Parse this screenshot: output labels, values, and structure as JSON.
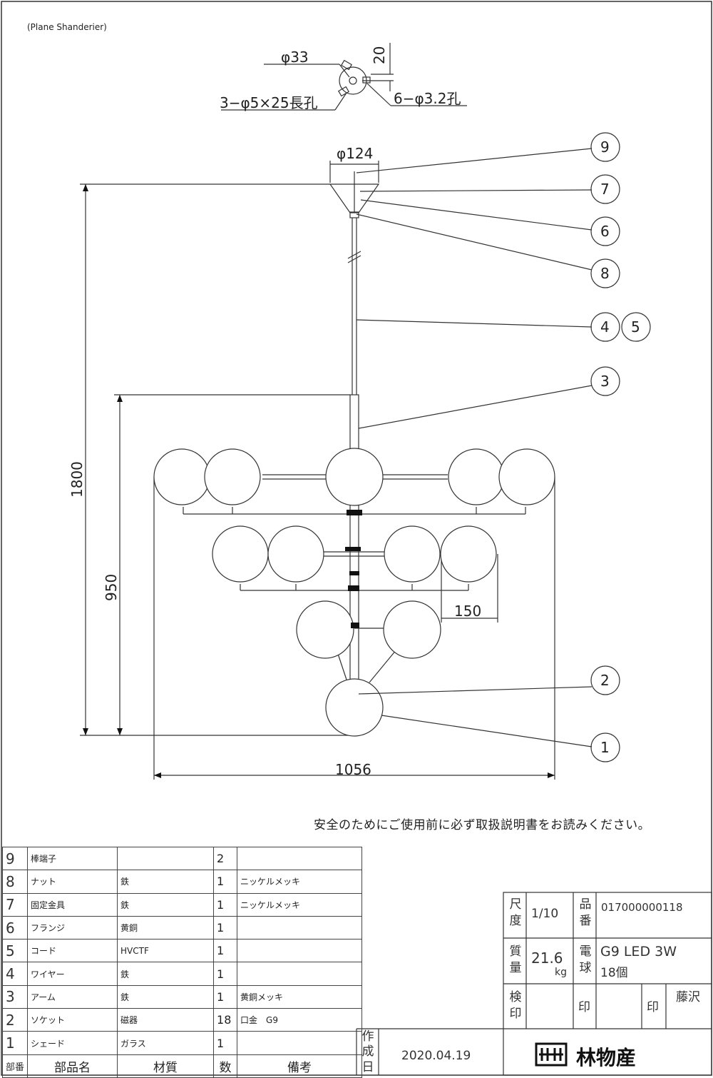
{
  "title": "(Plane Shanderier)",
  "dims": {
    "d33": "φ33",
    "h20": "20",
    "holes_slot": "3−φ5×25長孔",
    "holes_round": "6−φ3.2孔",
    "d124": "φ124",
    "total_height": "1800",
    "body_height": "950",
    "width": "1056",
    "pitch": "150"
  },
  "balloons": [
    "9",
    "7",
    "6",
    "8",
    "4",
    "5",
    "3",
    "2",
    "1"
  ],
  "safety_note": "安全のためにご使用前に必ず取扱説明書をお読みください。",
  "parts": [
    {
      "no": "9",
      "name": "棒端子",
      "material": "",
      "qty": "2",
      "remark": ""
    },
    {
      "no": "8",
      "name": "ナット",
      "material": "鉄",
      "qty": "1",
      "remark": "ニッケルメッキ"
    },
    {
      "no": "7",
      "name": "固定金具",
      "material": "鉄",
      "qty": "1",
      "remark": "ニッケルメッキ"
    },
    {
      "no": "6",
      "name": "フランジ",
      "material": "黄銅",
      "qty": "1",
      "remark": ""
    },
    {
      "no": "5",
      "name": "コード",
      "material": "HVCTF",
      "qty": "1",
      "remark": ""
    },
    {
      "no": "4",
      "name": "ワイヤー",
      "material": "鉄",
      "qty": "1",
      "remark": ""
    },
    {
      "no": "3",
      "name": "アーム",
      "material": "鉄",
      "qty": "1",
      "remark": "黄銅メッキ"
    },
    {
      "no": "2",
      "name": "ソケット",
      "material": "磁器",
      "qty": "18",
      "remark": "口金　G9"
    },
    {
      "no": "1",
      "name": "シェード",
      "material": "ガラス",
      "qty": "1",
      "remark": ""
    }
  ],
  "parts_header": {
    "no": "部番",
    "name": "部品名",
    "material": "材質",
    "qty": "数",
    "remark": "備考"
  },
  "titleblock": {
    "scale_label": "尺度",
    "scale": "1/10",
    "partno_label": "品番",
    "partno": "017000000118",
    "mass_label": "質量",
    "mass": "21.6",
    "mass_unit": "kg",
    "bulb_label": "電球",
    "bulb": "G9 LED 3W",
    "bulb_count": "18個",
    "check_label": "検印",
    "stamp1": "印",
    "stamp2": "印",
    "approver": "藤沢",
    "made_label": "作成日",
    "date": "2020.04.19",
    "company": "林物産"
  }
}
